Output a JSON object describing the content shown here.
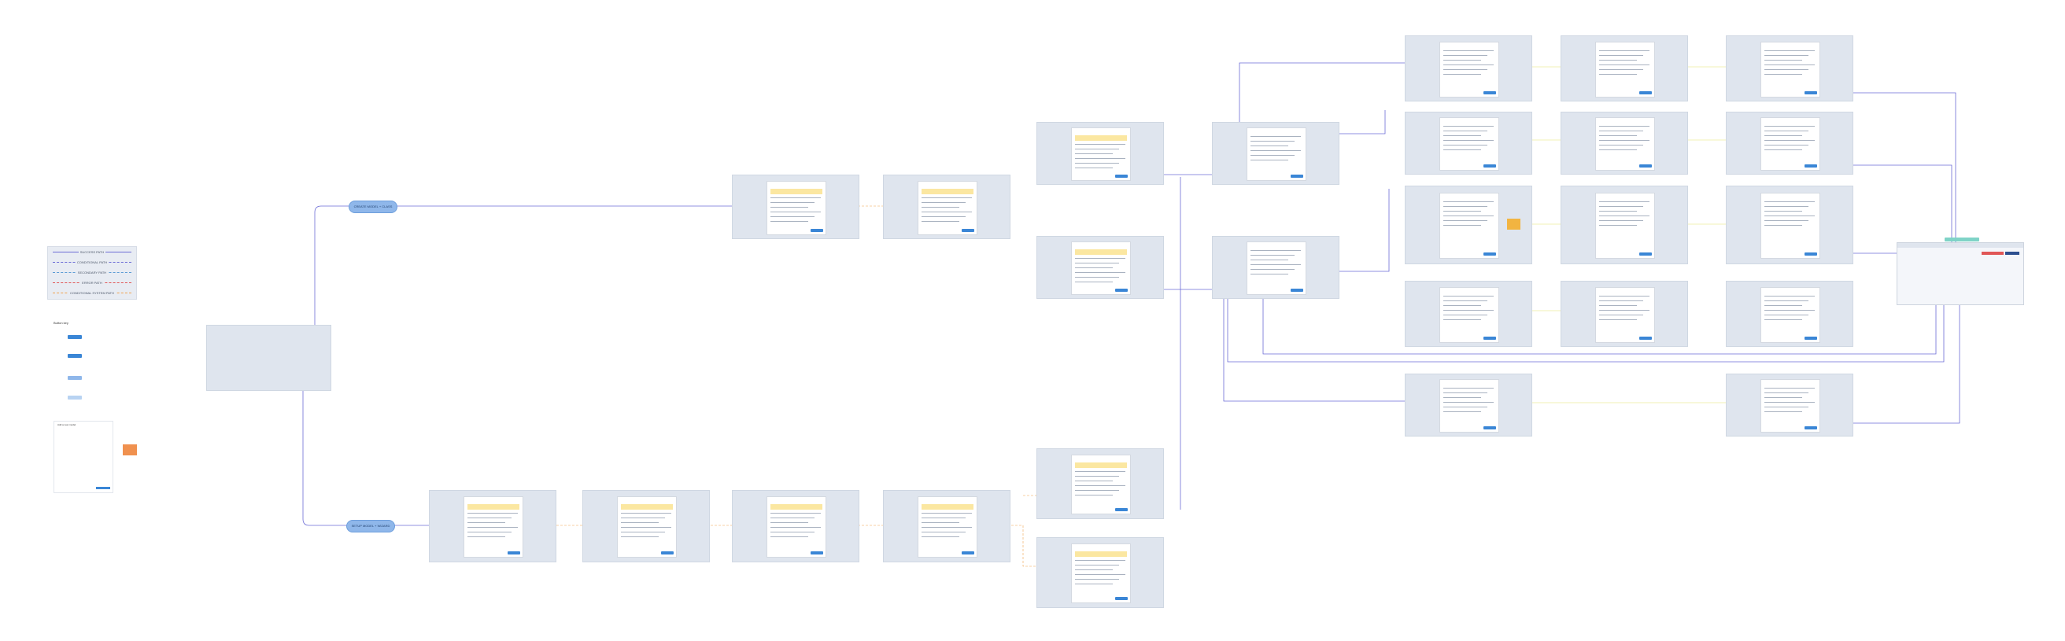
{
  "legend": {
    "items": [
      {
        "label": "SUCCESS PATH",
        "color": "#6b6bd6",
        "dash": false
      },
      {
        "label": "CONDITIONAL PATH",
        "color": "#6b6bd6",
        "dash": true
      },
      {
        "label": "SECONDARY PATH",
        "color": "#5b9bd5",
        "dash": true
      },
      {
        "label": "ERROR PATH",
        "color": "#e05656",
        "dash": true
      },
      {
        "label": "CONDITIONAL SYSTEM PATH",
        "color": "#f0a34f",
        "dash": true
      }
    ]
  },
  "flow_nodes": {
    "upper_pill": "CREATE MODEL + CLASS",
    "lower_pill": "SETUP MODEL + WIZARD"
  },
  "keyblock": {
    "title": "Button key"
  },
  "doc": {
    "title": "Add a new model"
  },
  "colors": {
    "accent": "#3a86d6",
    "success_path": "#6b6bd6",
    "secondary_path": "#5b9bd5",
    "error_path": "#e05656",
    "conditional_system_path": "#f0a34f",
    "frame_bg": "#dfe5ee",
    "warning": "#fbe7a1"
  }
}
